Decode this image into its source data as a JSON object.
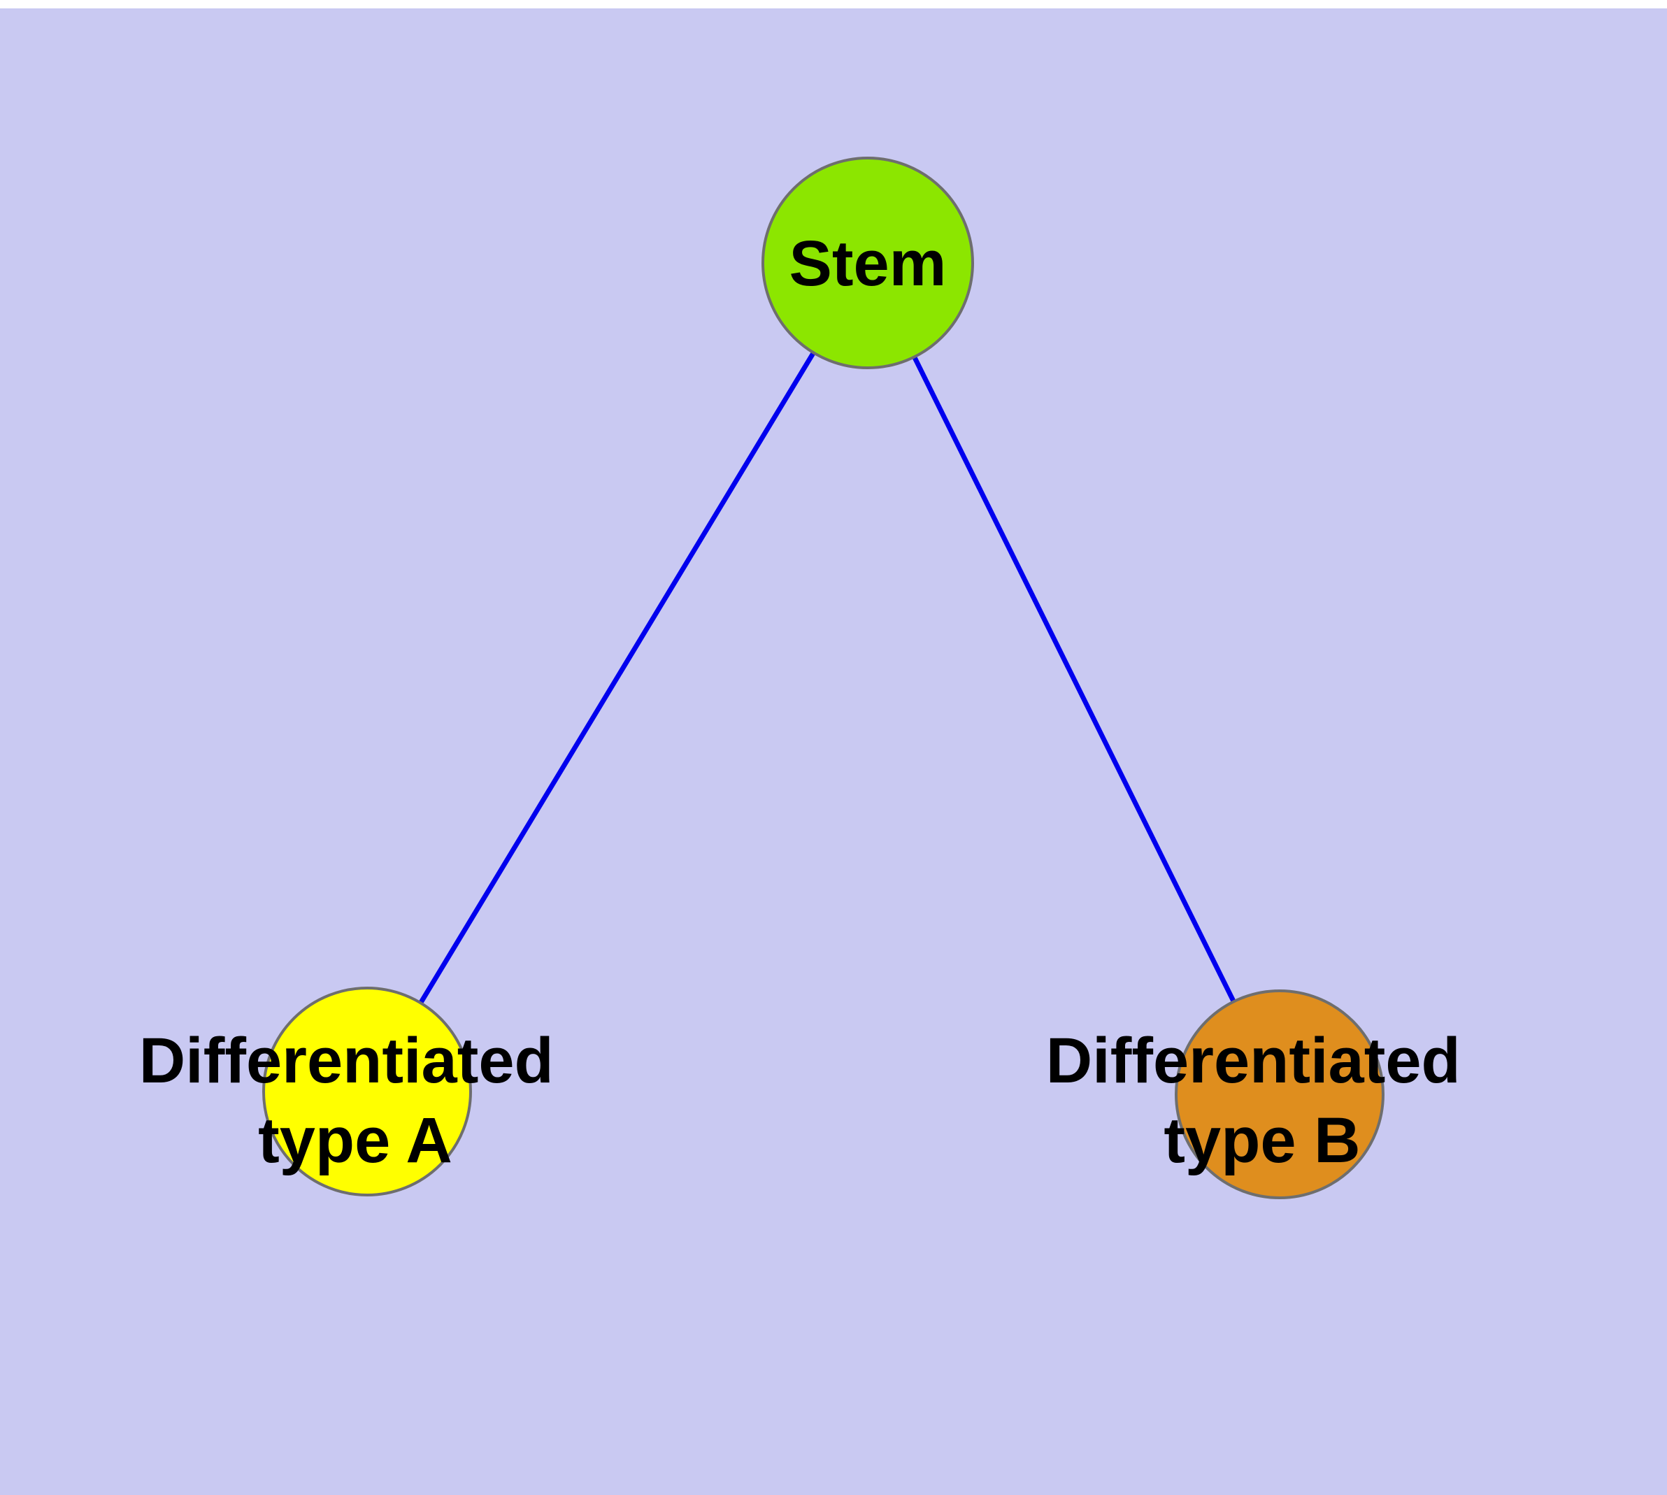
{
  "diagram": {
    "colors": {
      "background": "#c9c9f2",
      "edge": "#0000ee",
      "node_border": "#6e6e6e",
      "label_text": "#000000"
    },
    "nodes": {
      "stem": {
        "label": "Stem",
        "color": "#8ce600"
      },
      "typeA": {
        "label_line1": "Differentiated",
        "label_line2": "type A",
        "color": "#ffff00"
      },
      "typeB": {
        "label_line1": "Differentiated",
        "label_line2": "type B",
        "color": "#df8e1e"
      }
    },
    "edges": [
      {
        "from": "Stem",
        "to": "Differentiated type A"
      },
      {
        "from": "Stem",
        "to": "Differentiated type B"
      }
    ]
  }
}
